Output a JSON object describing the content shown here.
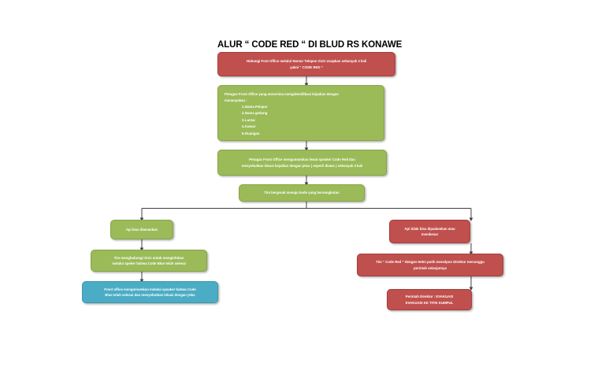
{
  "document": {
    "title": "ALUR “ CODE RED “ DI BLUD RS KONAWE",
    "background_color": "#ffffff"
  },
  "palette": {
    "red": "#c0504d",
    "green": "#9bbb59",
    "blue": "#4bacc6",
    "connector": "#404040",
    "text": "#ffffff",
    "title_text": "#000000"
  },
  "nodes": {
    "start_call": {
      "line1": "Hubungi Font Office melalui Nomor Telepon 2121 Ucapkan sebanyak 3 kali",
      "line2": "yakni “ CODE RED ”",
      "color": "red"
    },
    "identify": {
      "intro_line1": "Petugas Front Office yang menerima mengidentifikasi kejadian dengan",
      "intro_line2": "menanyakan :",
      "color": "green",
      "items": [
        {
          "number": "1.",
          "label": "Nama Pelapor"
        },
        {
          "number": "2.",
          "label": "Nama gedung"
        },
        {
          "number": "3.",
          "label": "Lantai"
        },
        {
          "number": "4.",
          "label": "Kamar"
        },
        {
          "number": "5.",
          "label": "Ruangan"
        }
      ]
    },
    "announce": {
      "line1": "Petugas Front Office mengumumkan lewat speaker Code Red dan",
      "line2": "menyebutkan lokasi kejadian dengan jelas ( seperti diatas ) sebanyak 3 kali",
      "color": "green"
    },
    "team_moves": {
      "line1": "Tim bergerak menuju kode yang bersangkutan",
      "color": "green"
    },
    "fire_secured": {
      "line1": "Api bisa diamankan",
      "color": "green"
    },
    "team_call_back": {
      "line1": "Tim menghubungi 2121 untuk menginfokan",
      "line2": "melalui speker bahwa Code Blue telah selesai",
      "color": "green"
    },
    "front_office_announce_done": {
      "line1": "Front office mengumumkan melalui speaker bahwa Code",
      "line2": "Blue telah selesai dan menyebutkan lokasi dengan jelas",
      "color": "blue"
    },
    "fire_not_secured": {
      "line1": "Api tidak bisa dipadamkan atau",
      "line2": "membesar",
      "color": "red"
    },
    "call_director": {
      "line1": "Tim “ Code Red ” dengan Helm putih menelpon Direktur menunggu",
      "line2": "perintah selanjutnya",
      "color": "red"
    },
    "director_order": {
      "line1": "Perintah Direktur : EVAKUASI",
      "line2": "EVAKUASI KE TITIK KUMPUL",
      "color": "red"
    }
  }
}
